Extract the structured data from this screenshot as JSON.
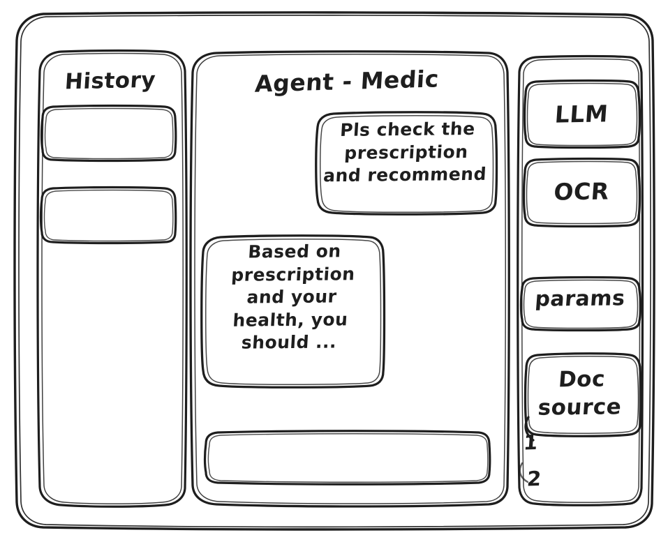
{
  "meta": {
    "style": "hand-drawn-wireframe",
    "stroke_color": "#1e1e1e",
    "background_color": "#ffffff"
  },
  "window": {
    "name": "app-window"
  },
  "sidebar_left": {
    "title": "History",
    "items": [
      {
        "label": "",
        "name": "history-item-1"
      },
      {
        "label": "",
        "name": "history-item-2"
      }
    ]
  },
  "main": {
    "title": "Agent - Medic",
    "messages": [
      {
        "role": "user",
        "text": "Pls check the\nprescription\nand recommend"
      },
      {
        "role": "assistant",
        "text": "Based on\nprescription\nand your\nhealth, you\nshould ..."
      }
    ],
    "composer": {
      "value": "",
      "placeholder": ""
    }
  },
  "sidebar_right": {
    "tools": [
      {
        "label": "LLM",
        "name": "tool-llm"
      },
      {
        "label": "OCR",
        "name": "tool-ocr"
      },
      {
        "label": "params",
        "name": "tool-params"
      },
      {
        "label": "Doc\nsource",
        "name": "tool-doc-source"
      }
    ],
    "doc_sources": [
      {
        "label": "1"
      },
      {
        "label": "2"
      }
    ]
  }
}
